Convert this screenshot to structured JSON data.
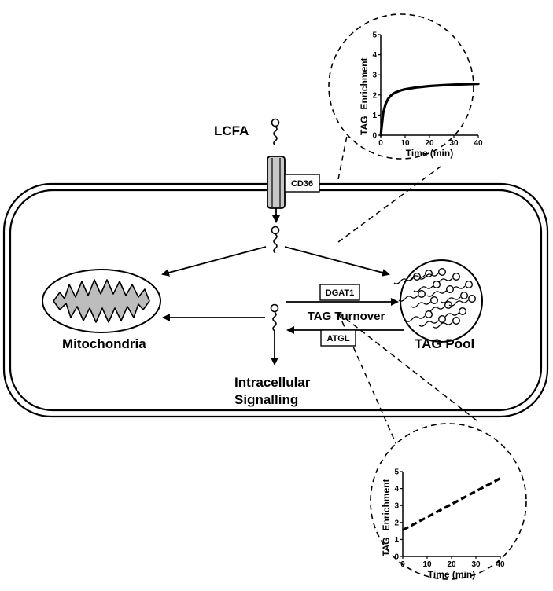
{
  "labels": {
    "lcfa": "LCFA",
    "cd36": "CD36",
    "dgat1": "DGAT1",
    "atgl": "ATGL",
    "tag_turnover": "TAG Turnover",
    "mitochondria": "Mitochondria",
    "tag_pool": "TAG Pool",
    "signalling_line1": "Intracellular",
    "signalling_line2": "Signalling"
  },
  "chart_data": [
    {
      "type": "line",
      "position": "top-right inset",
      "xlabel": "Time (min)",
      "ylabel_word1": "TAG",
      "ylabel_word2": "Enrichment",
      "xlim": [
        0,
        40
      ],
      "ylim": [
        0,
        5
      ],
      "xticks": [
        0,
        10,
        20,
        30,
        40
      ],
      "yticks": [
        0,
        1,
        2,
        3,
        4,
        5
      ],
      "line_style": "solid",
      "series": [
        {
          "x": [
            0,
            1,
            2,
            3,
            4,
            5,
            6,
            8,
            10,
            15,
            20,
            25,
            30,
            35,
            40
          ],
          "y": [
            0,
            1.1,
            1.55,
            1.8,
            1.95,
            2.05,
            2.12,
            2.22,
            2.28,
            2.38,
            2.44,
            2.48,
            2.51,
            2.53,
            2.55
          ]
        }
      ]
    },
    {
      "type": "line",
      "position": "bottom-right inset",
      "xlabel": "Time (min)",
      "ylabel_word1": "TAG",
      "ylabel_word2": "Enrichment",
      "xlim": [
        0,
        40
      ],
      "ylim": [
        0,
        5
      ],
      "xticks": [
        0,
        10,
        20,
        30,
        40
      ],
      "yticks": [
        0,
        1,
        2,
        3,
        4,
        5
      ],
      "line_style": "dashed",
      "series": [
        {
          "x": [
            0,
            40
          ],
          "y": [
            1.55,
            4.6
          ]
        }
      ]
    }
  ]
}
